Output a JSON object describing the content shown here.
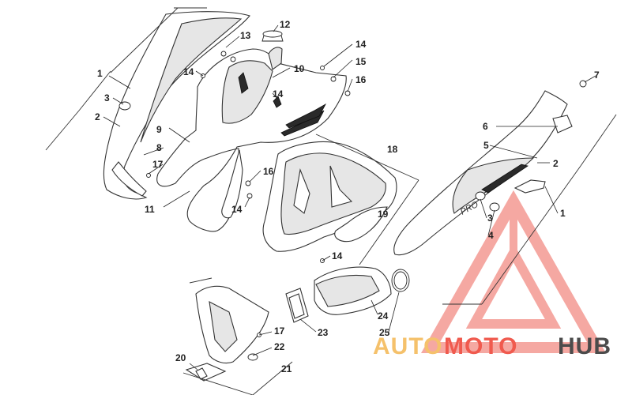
{
  "diagram": {
    "callouts": [
      "1",
      "2",
      "3",
      "4",
      "5",
      "6",
      "7",
      "8",
      "9",
      "10",
      "11",
      "12",
      "13",
      "14",
      "15",
      "16",
      "17",
      "18",
      "19",
      "20",
      "21",
      "22",
      "23",
      "24",
      "25"
    ],
    "decal_text": "PRO"
  },
  "watermark": {
    "part1": "AUTO",
    "part2": "MOTO",
    "part3": "HUB",
    "color_auto": "#f5c16b",
    "color_moto": "#f05a4e",
    "color_hub": "#4b4b4b",
    "triangle_color": "#f28b84"
  }
}
